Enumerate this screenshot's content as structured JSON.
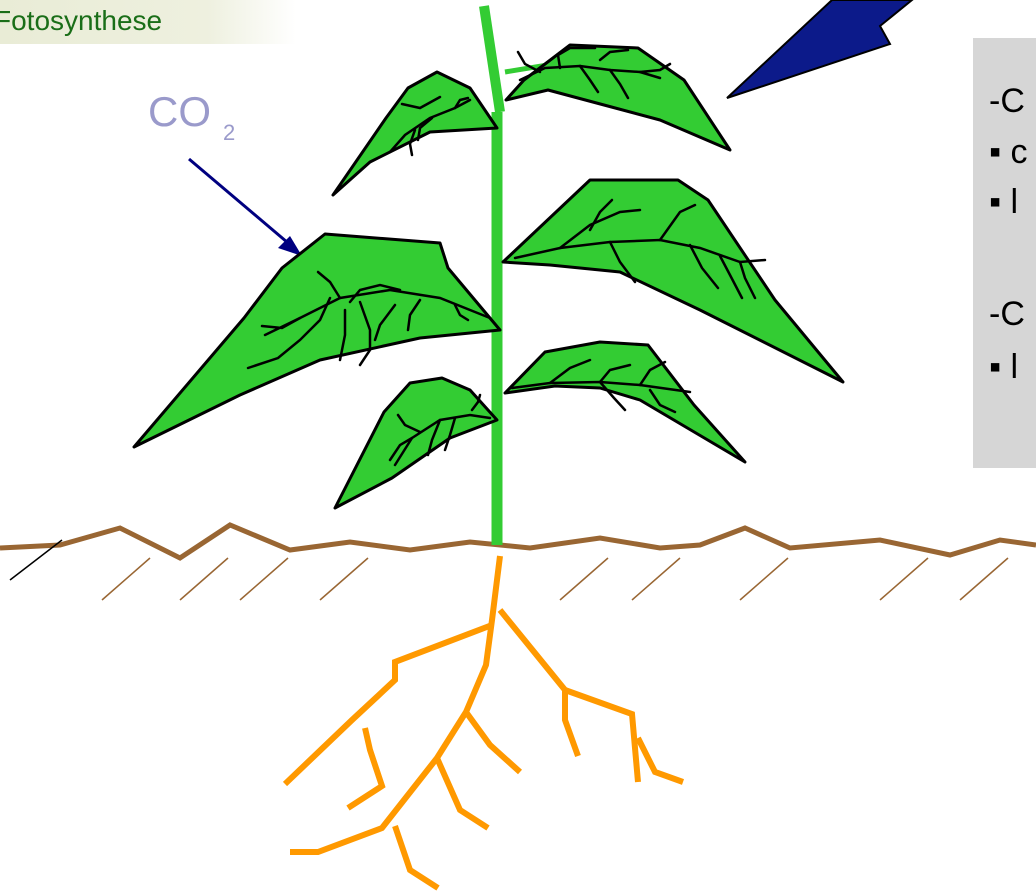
{
  "title": "Fotosynthese",
  "co2_label": {
    "main": "CO",
    "sub": "2"
  },
  "text_panel": {
    "lines": [
      "-C",
      "▪ c",
      "▪ l",
      "-C",
      "▪ l"
    ]
  },
  "colors": {
    "leaf": "#33cc33",
    "stem": "#33cc33",
    "soil": "#996633",
    "root": "#ff9900",
    "arrow": "#000080",
    "lightning": "#0c1a8a"
  }
}
